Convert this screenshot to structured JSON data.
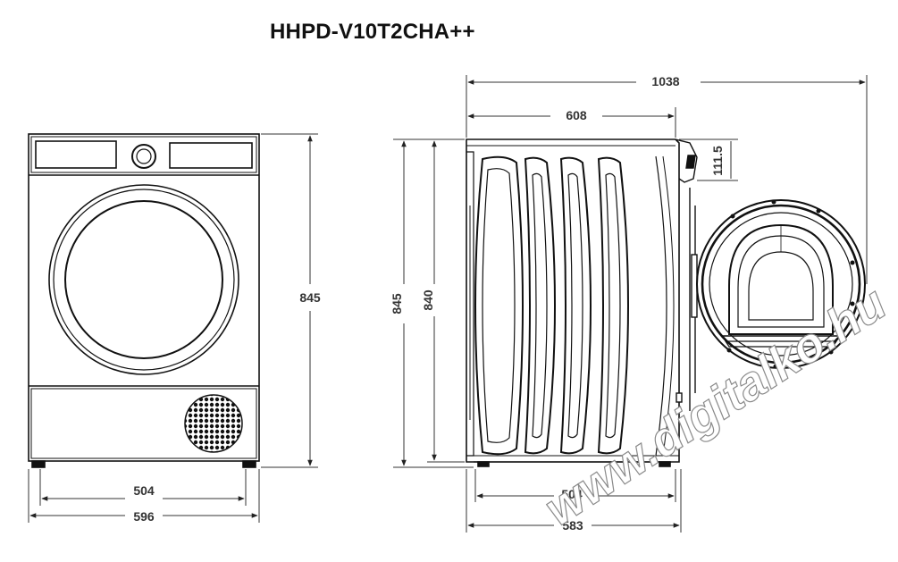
{
  "title": "HHPD-V10T2CHA++",
  "dimensions": {
    "front_height": "845",
    "front_inner_width": "504",
    "front_width": "596",
    "side_total_depth_open": "1038",
    "side_depth": "608",
    "door_top_offset": "111.5",
    "side_height_total": "845",
    "side_height_body": "840",
    "side_inner_depth": "504",
    "side_base_depth": "583"
  },
  "watermark": "www.digitalko.hu"
}
